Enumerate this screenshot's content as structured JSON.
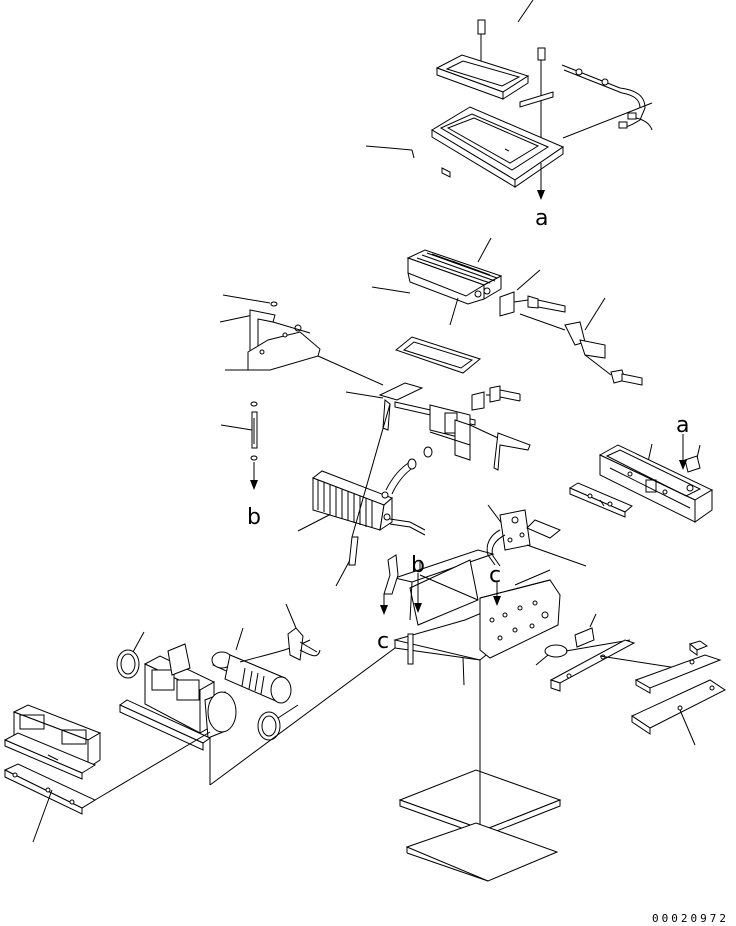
{
  "diagram": {
    "callouts": {
      "a_top": "a",
      "a_right": "a",
      "b_left": "b",
      "b_center": "b",
      "c_left": "c",
      "c_center": "c"
    },
    "drawing_number": "00020972"
  }
}
